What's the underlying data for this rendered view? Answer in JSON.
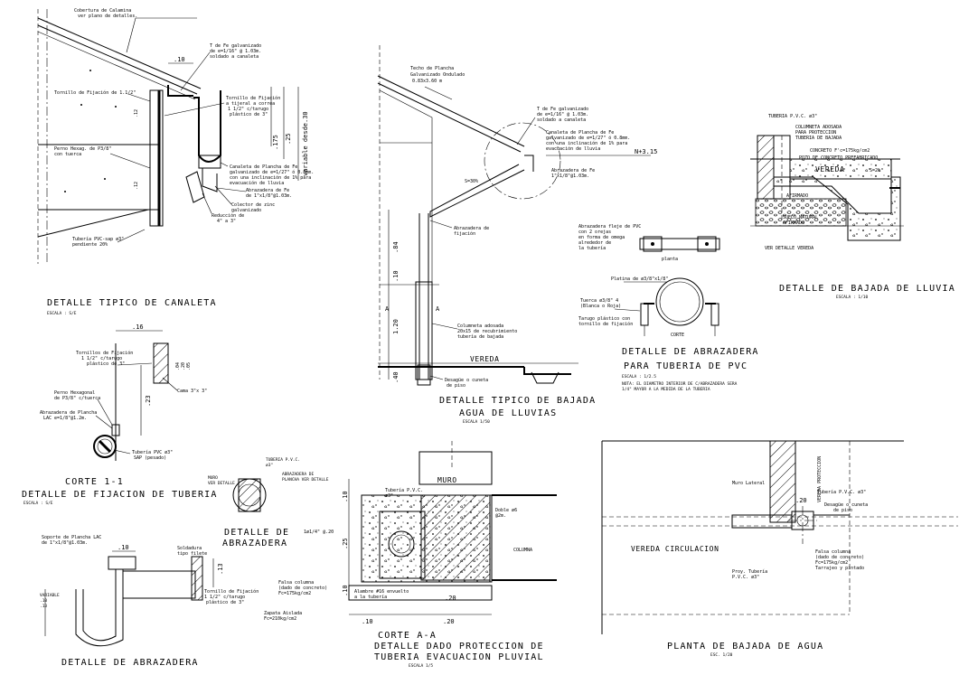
{
  "drawing": {
    "canaleta": {
      "title": "DETALLE TIPICO DE CANALETA",
      "scale": "ESCALA : S/E",
      "notes": {
        "cubierta": "Cobertura de Calamina",
        "cubierta2": "ver plano de detalles.",
        "tfe": "T de Fe galvanizado",
        "tfe2": "de e=1/16\" @ 1.03m.",
        "tfe3": "soldado a canaleta",
        "tornillo": "Tornillo de Fijación de 1.1/2\"",
        "tornillo_fij": "Tornillo de Fijación",
        "tornillo_fij2": "a tijeral a correa",
        "tornillo_fij3": "1 1/2\" c/tarugo",
        "tornillo_fij4": "plástico de 3\"",
        "perno": "Perno Hexag. de P3/8\"",
        "perno2": "con tuerca",
        "canaleta": "Canaleta de Plancha de Fe",
        "canaleta2": "galvanizado de e=1/27\" ó 0.8mm.",
        "canaleta3": "con una inclinación de 1% para",
        "canaleta4": "evacuación de lluvia",
        "abrazadera": "Abrazadera de Fe",
        "abrazadera2": "de 1\"x1/8\"@1.03m.",
        "colector": "Colector de zinc",
        "colector2": "galvanizado",
        "reduccion": "Reducción de",
        "reduccion2": "4\" a 3\"",
        "tuberia": "Tubería PVC-sap ø3\"",
        "tuberia2": "pendiente 20%",
        "dim_10": ".10",
        "dim_175": ".175",
        "dim_25": ".25",
        "variable": "variable desde.30",
        "dim_a": ".12",
        "dim_b": ".12"
      }
    },
    "bajada": {
      "title": "DETALLE TIPICO DE BAJADA",
      "title2": "AGUA DE LLUVIAS",
      "scale": "ESCALA 1/50",
      "notes": {
        "techo": "Techo de Plancha",
        "techo2": "Galvanizado Ondulado",
        "techo3": "0.83x3.60 m",
        "tfe": "T de Fe galvanizado",
        "tfe2": "de e=1/16\" @ 1.03m.",
        "tfe3": "soldado a canaleta",
        "canaleta": "Canaleta de Plancha de Fe",
        "canaleta2": "galvanizado de e=1/27\" ó 0.8mm.",
        "canaleta3": "con una inclinación de 1% para",
        "canaleta4": "evacuación de lluvia",
        "nivel": "N+3.15",
        "abrazadera": "Abrazadera de Fe",
        "abrazadera2": "1\"x1/8\"@1.03m.",
        "abrazadera_fij": "Abrazadera de",
        "abrazadera_fij2": "fijación",
        "pendiente": "S=30%",
        "columneta": "Columneta adosada",
        "columneta2": "20x15 de recubrimiento",
        "columneta3": "tubería de bajada",
        "vereda": "VEREDA",
        "desague": "Desagüe o cuneta",
        "desague2": "de piso",
        "dim_84": ".84",
        "dim_10": ".10",
        "dim_120": "1.20",
        "dim_40": ".40",
        "sec_a": "A",
        "sec_a2": "A"
      }
    },
    "lluvia": {
      "title": "DETALLE DE BAJADA DE LLUVIA",
      "scale": "ESCALA : 1/10",
      "notes": {
        "tuberia": "TUBERIA P.V.C. ø3\"",
        "columneta": "COLUMNETA ADOSADA",
        "columneta2": "PARA PROTECCION",
        "columneta3": "TUBERIA DE BAJADA",
        "concreto": "CONCRETO F'c=175kg/cm2",
        "pozo": "POZO DE CONCRETO PREFABRICADO",
        "vereda": "VEREDA",
        "pendiente": "S=2%",
        "afirmado": "AFIRMADO",
        "suelo": "SUELO NATURAL",
        "afirmado2": "AFIRMADO",
        "ver": "VER DETALLE VEREDA"
      }
    },
    "abrazadera_pvc": {
      "title": "DETALLE DE ABRAZADERA",
      "title2": "PARA TUBERIA DE PVC",
      "scale": "ESCALA : 1/2.5",
      "note": "NOTA: EL DIAMETRO INTERIOR DE C/ABRAZADERA SERA",
      "note2": "1/4\" MAYOR A LA MEDIDA DE LA TUBERIA",
      "planta": "planta",
      "corte": "CORTE",
      "abrazadera": "Abrazadera fleje de PVC",
      "abrazadera2": "con 2 orejas",
      "abrazadera3": "en forma de omega",
      "abrazadera4": "alrededor de",
      "abrazadera5": "la tubería",
      "platina": "Platina de ø3/8\"x1/8\"",
      "tuerca": "Tuerca ø3/8\" 4",
      "tuerca2": "(Blanca o Roja)",
      "tarugo": "Tarugo plástico con",
      "tarugo2": "tornillo de fijación"
    },
    "fijacion": {
      "title": "CORTE 1-1",
      "title2": "DETALLE DE FIJACION DE TUBERIA",
      "scale": "ESCALA : S/E",
      "tornillos": "Tornillos de Fijación",
      "tornillos2": "1 1/2\" c/tarugo",
      "tornillos3": "plástico de 3\"",
      "perno": "Perno Hexagonal",
      "perno2": "de P3/8\" c/tuerca",
      "abrazadera": "Abrazadera de Plancha",
      "abrazadera2": "LAC e=1/8\"@1.2m.",
      "tuberia": "Tubería PVC ø3\"",
      "tuberia2": "SAP (pesado)",
      "cama": "Cama 3\"x 3\"",
      "dim_16": ".16",
      "dim_23": ".23",
      "dim_a": ".05",
      "dim_b": ".20",
      "dim_c": ".04"
    },
    "abraz_small": {
      "title": "DETALLE DE",
      "title2": "ABRAZADERA",
      "tuberia": "TUBERIA P.V.C.",
      "tuberia2": "ø3\"",
      "abrazadera": "ABRAZADERA DE",
      "abrazadera2": "PLANCHA VER DETALLE",
      "muro": "MURO",
      "ver": "VER DETALLE"
    },
    "abraz_det": {
      "title": "DETALLE DE ABRAZADERA",
      "soporte": "Soporte de Plancha LAC",
      "soporte2": "de 1\"x1/8\"@1.03m.",
      "soldadura": "Soldadura",
      "soldadura2": "tipo filete",
      "tornillo": "Tornillo de Fijación",
      "tornillo2": "1 1/2\" c/tarugo",
      "tornillo3": "plástico de 3\"",
      "dim_10": ".10",
      "dim_13": ".13",
      "variable": "VARIABLE",
      "dim_v": ".10",
      "dim_v2": ".13"
    },
    "corte_aa": {
      "title": "CORTE A-A",
      "title2": "DETALLE DADO PROTECCION DE",
      "title3": "TUBERIA EVACUACION PLUVIAL",
      "scale": "ESCALA 1/5",
      "muro": "MURO",
      "tuberia": "Tubería P.V.C.",
      "tuberia2": "ø3\"",
      "doble": "Doble ø6",
      "doble2": "@2m.",
      "columna": "COLUMNA",
      "acero": "1ø1/4\" @.20",
      "falso": "Falsa columna",
      "falso2": "(dado de concreto)",
      "falso3": "Fc=175kg/cm2",
      "alambre": "Alambre #16 envuelto",
      "alambre2": "a la tubería",
      "zapata": "Zapata Aislada",
      "zapata2": "Fc=210kg/cm2",
      "dim_10": ".10",
      "dim_25": ".25",
      "dim_20": ".20",
      "dim_10b": ".10",
      "dim_20b": ".20",
      "dim_10c": ".10"
    },
    "planta_bajada": {
      "title": "PLANTA DE BAJADA DE AGUA",
      "scale": "ESC. 1/20",
      "muro": "Muro Lateral",
      "vereda_prot": "VEREDA PROTECCION",
      "tuberia": "Tubería P.V.C. ø3\"",
      "desague": "Desagüe o cuneta",
      "desague2": "de piso",
      "vereda_circ": "VEREDA CIRCULACION",
      "falsa": "Falsa columna",
      "falsa2": "(dado de concreto)",
      "falsa3": "Fc=175kg/cm2",
      "falsa4": "Tarrajeo y pintado",
      "proy": "Proy. Tubería",
      "proy2": "P.V.C. ø3\"",
      "dim_20": ".20"
    }
  }
}
